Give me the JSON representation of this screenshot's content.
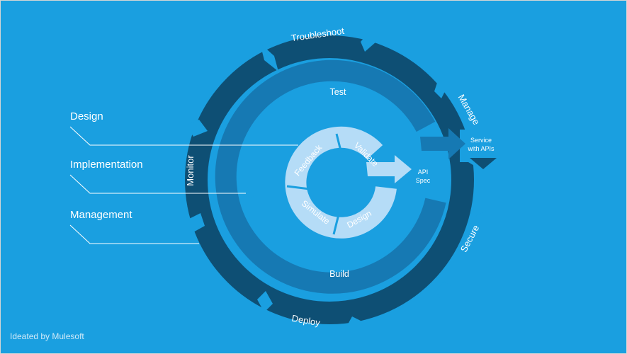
{
  "diagram": {
    "outer_ring": {
      "labels": {
        "troubleshoot": "Troubleshoot",
        "manage": "Manage",
        "secure": "Secure",
        "deploy": "Deploy",
        "monitor": "Monitor"
      }
    },
    "middle_ring": {
      "labels": {
        "test": "Test",
        "build": "Build"
      }
    },
    "inner_ring": {
      "labels": {
        "feedback": "Feedback",
        "validate": "Validate",
        "design": "Design",
        "simulate": "Simulate"
      }
    },
    "outputs": {
      "api_spec": [
        "API",
        "Spec"
      ],
      "service_with_apis": [
        "Service",
        "with APIs"
      ]
    },
    "legend": {
      "design": "Design",
      "implementation": "Implementation",
      "management": "Management"
    },
    "credit": "Ideated by Mulesoft",
    "colors": {
      "background": "#1a9fe0",
      "outer_ring": "#0e4f74",
      "middle_ring": "#1679b3",
      "inner_ring": "#b5dcf7",
      "inner_ring_dark": "#8ec5ec"
    }
  }
}
